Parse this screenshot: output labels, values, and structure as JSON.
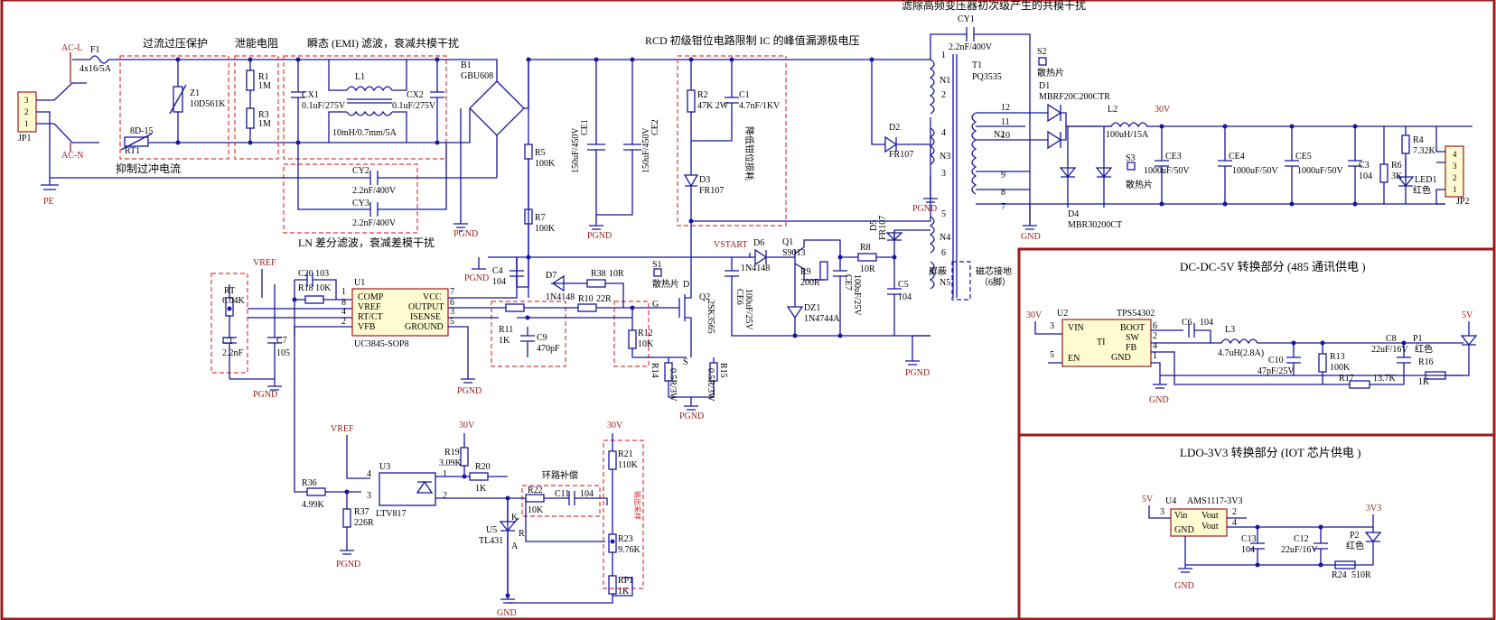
{
  "labels": {
    "pgnd": "PGND",
    "gnd": "GND"
  },
  "input": {
    "jp1": "JP1",
    "jp1_pins": [
      "3",
      "2",
      "1"
    ],
    "pe": "PE",
    "acl": "AC-L",
    "acn": "AC-N",
    "f1": "F1",
    "f1_val": "4x16/5A",
    "protect_label": "过流过压保护",
    "z1": "Z1",
    "z1_val": "10D561K",
    "rt1": "RT1",
    "rt1_val": "8D-15",
    "inrush_label": "抑制过冲电流",
    "bleed_label": "泄能电阻",
    "r1": "R1",
    "r1_val": "1M",
    "r3": "R3",
    "r3_val": "1M",
    "emi_label": "瞬态 (EMI) 滤波，衰减共模干扰",
    "cx1": "CX1",
    "cx1_val": "0.1uF/275V",
    "cx2": "CX2",
    "cx2_val": "0.1uF/275V",
    "l1": "L1",
    "l1_val": "10mH/0.7mm/5A",
    "cy2": "CY2",
    "cy2_val": "2.2nF/400V",
    "cy3": "CY3",
    "cy3_val": "2.2nF/400V",
    "ln_label": "LN 差分滤波，衰减差模干扰",
    "b1": "B1",
    "b1_val": "GBU608"
  },
  "main": {
    "r5": "R5",
    "r5_val": "100K",
    "r7": "R7",
    "r7_val": "100K",
    "ce1": "CE1",
    "ce1_val": "150uF/450V",
    "ce2": "CE2",
    "ce2_val": "150uF/450V",
    "rcd_label": "RCD 初级钳位电路限制  IC 的峰值漏源极电压",
    "r2": "R2",
    "r2_val": "47K 2W",
    "c1": "C1",
    "c1_val": "4.7nF/1KV",
    "d3": "D3",
    "d3_val": "FR107",
    "rcd_note": "降低钳位损耗",
    "d2": "D2",
    "d2_val": "FR107"
  },
  "xfmr": {
    "pin1": "1",
    "pin2": "2",
    "pin3": "3",
    "pin4": "4",
    "pin5": "5",
    "pin6": "6",
    "n1": "N1",
    "n3": "N3",
    "n4": "N4",
    "n5": "N5",
    "n2": "N2",
    "shield": "屏蔽",
    "core_gnd": "磁芯接地",
    "core_pin": "（6脚）",
    "t1": "T1",
    "t1_val": "PQ3535",
    "cy1_note": "滤除高频变压器初次级产生的共模干扰",
    "cy1": "CY1",
    "cy1_val": "2.2nF/400V"
  },
  "sec": {
    "p12": "12",
    "p11": "11",
    "p10": "10",
    "p9": "9",
    "p8": "8",
    "p7": "7",
    "s2": "S2",
    "s2_val": "散热片",
    "d1": "D1",
    "d1_val": "MBRF20C200CTR",
    "d4": "D4",
    "d4_val": "MBR30200CT",
    "s3": "S3",
    "s3_val": "散热片",
    "l2": "L2",
    "l2_val": "100uH/15A",
    "rail30": "30V",
    "ce3": "CE3",
    "ce3_val": "1000uF/50V",
    "ce4": "CE4",
    "ce4_val": "1000uF/50V",
    "ce5": "CE5",
    "ce5_val": "1000uF/50V",
    "c3": "C3",
    "c3_val": "104",
    "r4": "R4",
    "r4_val": "7.32K",
    "r6": "R6",
    "r6_val": "3K",
    "led1": "LED1",
    "led1_val": "红色",
    "jp2": "JP2",
    "jp2_pins": [
      "4",
      "3",
      "2",
      "1"
    ]
  },
  "ctrl": {
    "vref": "VREF",
    "rt": "RT",
    "rt_val": "6.04K",
    "ct": "CT",
    "ct_val": "2.2nF",
    "c7": "C7",
    "c7_val": "105",
    "c20": "C20 103",
    "r18": "R18 10K",
    "u1": "U1",
    "u1_val": "UC3845-SOP8",
    "u1_pins": [
      "COMP",
      "VREF",
      "RT/CT",
      "VFB",
      "VCC",
      "OUTPUT",
      "ISENSE",
      "GROUND"
    ],
    "u1_out7": "7",
    "u1_out6": "6",
    "u1_out3": "3",
    "u1_out5": "5",
    "u1_in1": "1",
    "u1_in8": "8",
    "u1_in4": "4",
    "u1_in2": "2",
    "c4": "C4",
    "c4_val": "104",
    "r10": "R10",
    "r10_val": "22R",
    "r11": "R11",
    "r11_val": "1K",
    "c9": "C9",
    "c9_val": "470pF",
    "r12": "R12",
    "r12_val": "10K",
    "d7": "D7",
    "d7_val": "1N4148",
    "r38": "R38",
    "r38_val": "10R",
    "gate_g": "G",
    "gate_d": "D",
    "gate_s": "S",
    "q2": "Q2",
    "q2_val": "2SK3565",
    "r14": "R14",
    "r14_val": "0.5R/3W",
    "r15": "R15",
    "r15_val": "0.5R/3W",
    "s1": "S1",
    "s1_val": "散热片",
    "vstart": "VSTART",
    "ce6": "CE6",
    "ce6_val": "100uF/25V",
    "d6": "D6",
    "d6_val": "1N4148",
    "q1": "Q1",
    "q1_val": "S9013",
    "r9": "R9",
    "r9_val": "200R",
    "dz1": "DZ1",
    "dz1_val": "1N4744A",
    "ce7": "CE7",
    "ce7_val": "100uF/25V",
    "r8": "R8",
    "r8_val": "10R",
    "d5": "D5",
    "d5_val": "FR107",
    "c5": "C5",
    "c5_val": "104"
  },
  "fb": {
    "vref": "VREF",
    "u3": "U3",
    "u3_val": "LTV817",
    "u3_p4": "4",
    "u3_p3": "3",
    "u3_p1": "1",
    "u3_p2": "2",
    "r36": "R36",
    "r36_val": "4.99K",
    "r37": "R37",
    "r37_val": "226R",
    "v30": "30V",
    "r19": "R19",
    "r19_val": "3.09K",
    "r20": "R20",
    "r20_val": "1K",
    "u5": "U5",
    "u5_val": "TL431",
    "u5_k": "K",
    "u5_r": "R",
    "u5_a": "A",
    "loop_label": "环路补偿",
    "r22": "R22",
    "r22_val": "10K",
    "c11": "C11",
    "c11_val": "104",
    "v30b": "30V",
    "r21": "R21",
    "r21_val": "110K",
    "r23": "R23",
    "r23_val": "9.76K",
    "rp1": "RP1",
    "rp1_val": "1K",
    "sample_label": "输出采样"
  },
  "dcdc": {
    "title": "DC-DC-5V 转换部分 (485 通讯供电 )",
    "v30": "30V",
    "u2": "U2",
    "u2_val": "TPS54302",
    "pins": [
      "VIN",
      "EN",
      "TI",
      "BOOT",
      "SW",
      "FB",
      "GND"
    ],
    "p3": "3",
    "p5": "5",
    "p6": "6",
    "p2": "2",
    "p4": "4",
    "p1": "1",
    "c6": "C6",
    "c6_val": "104",
    "l3": "L3",
    "l3_val": "4.7uH(2.8A)",
    "c10": "C10",
    "c10_val": "47pF/25V",
    "r13": "R13",
    "r13_val": "100K",
    "r17": "R17",
    "r17_val": "13.7K",
    "c8": "C8",
    "c8_val": "22uF/16V",
    "p1led": "P1",
    "p1led_val": "红色",
    "r16": "R16",
    "r16_val": "1K",
    "v5": "5V"
  },
  "ldo": {
    "title": "LDO-3V3 转换部分 (IOT 芯片供电 )",
    "v5": "5V",
    "u4": "U4",
    "u4_val": "AMS1117-3V3",
    "pins": [
      "Vin",
      "GND",
      "Vout",
      "Vout"
    ],
    "p3": "3",
    "p2": "2",
    "p4": "4",
    "c13": "C13",
    "c13_val": "104",
    "c12": "C12",
    "c12_val": "22uF/16V",
    "p2led": "P2",
    "p2led_val": "红色",
    "v33": "3V3",
    "r24": "R24",
    "r24_val": "510R"
  }
}
